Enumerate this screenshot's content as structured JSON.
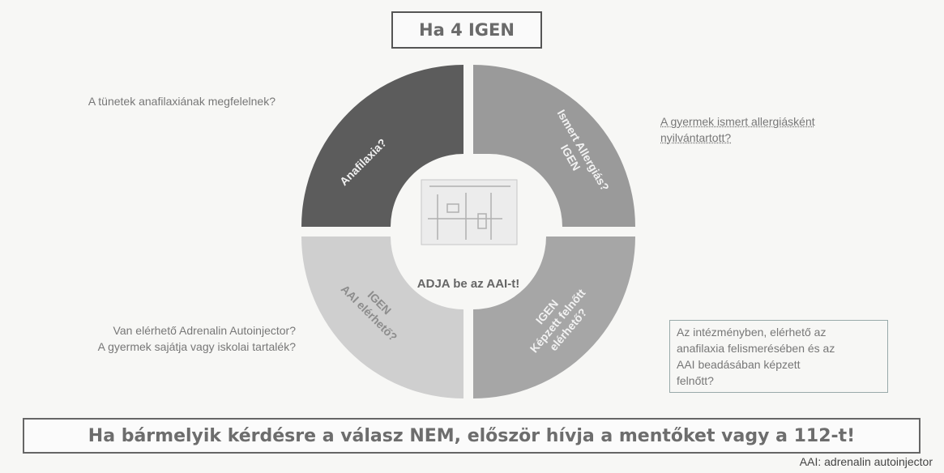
{
  "header": {
    "title": "Ha 4 IGEN"
  },
  "questions": {
    "top_left": "A tünetek anafilaxiának megfelelnek?",
    "top_right": [
      "A gyermek ismert allergiásként",
      "nyilvántartott?"
    ],
    "bottom_left": [
      "Van elérhető Adrenalin Autoinjector?",
      "A gyermek sajátja vagy iskolai tartalék?"
    ],
    "bottom_right": [
      "Az intézményben, elérhető az",
      "anafilaxia felismerésében és az",
      "AAI beadásában képzett",
      "felnőtt?"
    ]
  },
  "ring": {
    "segments": [
      {
        "id": "top-left",
        "color": "#5c5c5c",
        "lines": [
          "Anafilaxia?"
        ]
      },
      {
        "id": "top-right",
        "color": "#9a9a9a",
        "lines": [
          "Ismert Allergiás?",
          "IGEN"
        ]
      },
      {
        "id": "bottom-right",
        "color": "#a6a6a6",
        "lines": [
          "IGEN",
          "Képzett felnőtt",
          "elérhető?"
        ]
      },
      {
        "id": "bottom-left",
        "color": "#cfcfcf",
        "lines": [
          "IGEN",
          "AAI elérhető?"
        ]
      }
    ],
    "center_text": "ADJA be az AAI-t!"
  },
  "footer": {
    "warning": "Ha bármelyik kérdésre a válasz NEM, először hívja a mentőket vagy a 112-t!",
    "footnote": "AAI: adrenalin autoinjector"
  }
}
